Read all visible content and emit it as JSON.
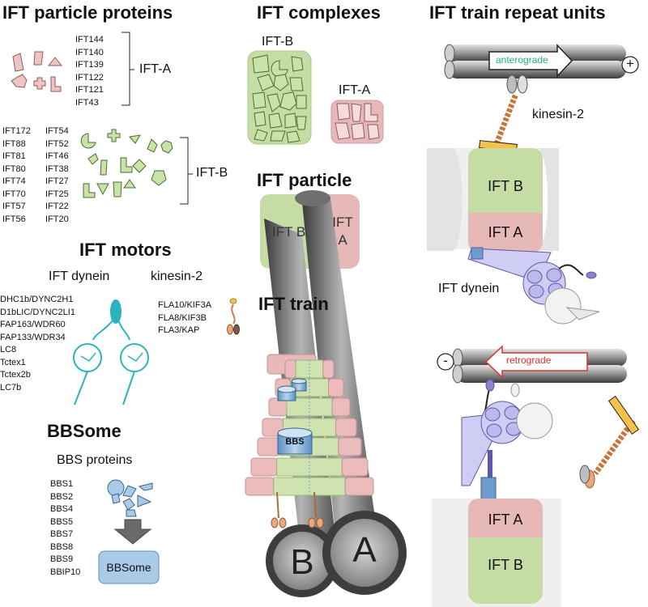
{
  "sections": {
    "particle_proteins": "IFT particle proteins",
    "complexes": "IFT complexes",
    "repeat_units": "IFT train repeat units",
    "motors": "IFT motors",
    "particle": "IFT particle",
    "train": "IFT train",
    "bbsome": "BBSome"
  },
  "ift_a": {
    "label": "IFT-A",
    "proteins": [
      "IFT144",
      "IFT140",
      "IFT139",
      "IFT122",
      "IFT121",
      "IFT43"
    ]
  },
  "ift_b": {
    "label": "IFT-B",
    "col1": [
      "IFT172",
      "IFT88",
      "IFT81",
      "IFT80",
      "IFT74",
      "IFT70",
      "IFT57",
      "IFT56"
    ],
    "col2": [
      "IFT54",
      "IFT52",
      "IFT46",
      "IFT38",
      "IFT27",
      "IFT25",
      "IFT22",
      "IFT20"
    ]
  },
  "complexes": {
    "b_label": "IFT-B",
    "a_label": "IFT-A"
  },
  "particle": {
    "b": "IFT B",
    "a_line1": "IFT",
    "a_line2": "A"
  },
  "motors": {
    "dynein_label": "IFT dynein",
    "kinesin_label": "kinesin-2",
    "dynein_proteins": [
      "DHC1b/DYNC2H1",
      "D1bLIC/DYNC2LI1",
      "FAP163/WDR60",
      "FAP133/WDR34",
      "LC8",
      "Tctex1",
      "Tctex2b",
      "LC7b"
    ],
    "kinesin_proteins": [
      "FLA10/KIF3A",
      "FLA8/KIF3B",
      "FLA3/KAP"
    ]
  },
  "bbs": {
    "proteins_label": "BBS proteins",
    "proteins": [
      "BBS1",
      "BBS2",
      "BBS4",
      "BBS5",
      "BBS7",
      "BBS8",
      "BBS9",
      "BBIP10"
    ],
    "box_label": "BBSome"
  },
  "train": {
    "bbs_label": "BBS",
    "doublet_b": "B",
    "doublet_a": "A"
  },
  "repeat_units": {
    "anterograde": "anterograde",
    "retrograde": "retrograde",
    "plus": "+",
    "minus": "-",
    "kinesin_label": "kinesin-2",
    "dynein_label": "IFT dynein",
    "top_b": "IFT B",
    "top_a": "IFT A",
    "bottom_a": "IFT A",
    "bottom_b": "IFT B"
  },
  "colors": {
    "ift_b_green": "#c5dda4",
    "ift_a_pink": "#e7b8b8",
    "dynein_cyan": "#2bb3bf",
    "bbs_blue": "#a9cbe8",
    "anterograde_green": "#26b27a",
    "retrograde_red": "#d6342f",
    "dynein_lilac": "#c9c6ee"
  }
}
